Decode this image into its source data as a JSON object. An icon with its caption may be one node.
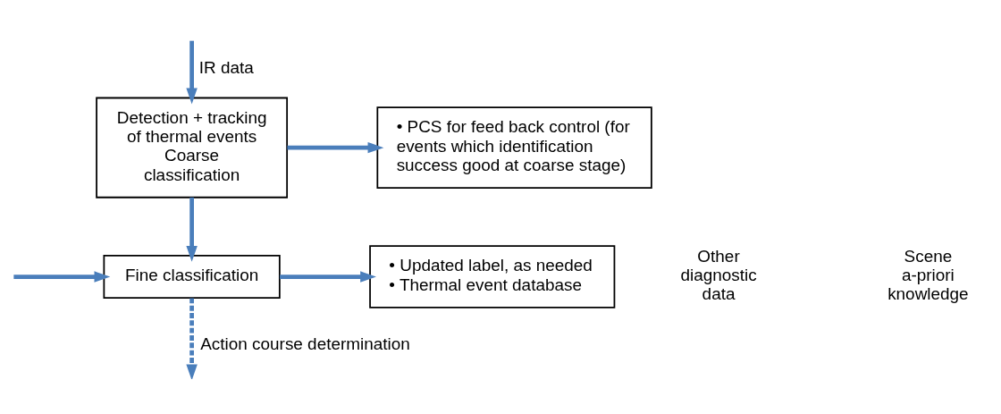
{
  "diagram": {
    "nodes": [
      {
        "text": [
          "Detection + tracking of thermal events",
          "Coarse classification"
        ]
      },
      {
        "text": [
          "• PCS for feed back control (for events which identification success good at coarse stage)"
        ]
      },
      {
        "text": [
          "Fine classification"
        ]
      },
      {
        "text": [
          "• Updated label, as needed",
          "• Thermal event database"
        ]
      }
    ],
    "edges": [
      {
        "from": null,
        "to": 0,
        "arrow": "to",
        "label": "IR data"
      },
      {
        "from": 0,
        "to": 1,
        "arrow": "to"
      },
      {
        "from": 0,
        "to": 2,
        "arrow": "to"
      },
      {
        "from": null,
        "to": 2,
        "arrow": "to"
      },
      {
        "from": 2,
        "to": 3,
        "arrow": "to"
      },
      {
        "from": 2,
        "to": null,
        "arrow": "to",
        "style": "dashed",
        "label": "Action course determination"
      }
    ],
    "labels": [
      "Other diagnostic data",
      "Scene a-priori knowledge"
    ]
  }
}
